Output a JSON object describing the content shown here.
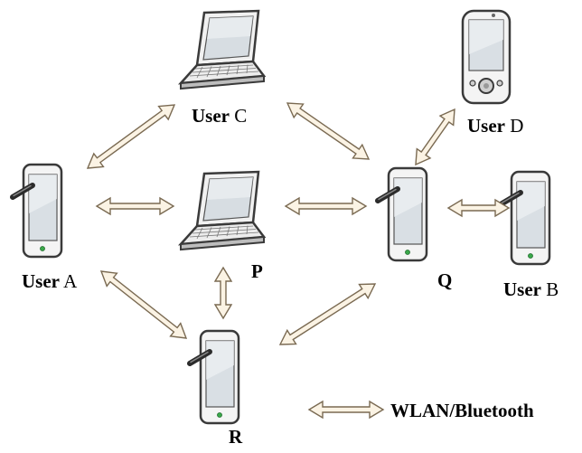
{
  "nodes": {
    "user_c": {
      "word": "User",
      "id": "C"
    },
    "user_d": {
      "word": "User",
      "id": "D"
    },
    "user_a": {
      "word": "User",
      "id": "A"
    },
    "user_b": {
      "word": "User",
      "id": "B"
    },
    "p": {
      "id": "P"
    },
    "q": {
      "id": "Q"
    },
    "r": {
      "id": "R"
    }
  },
  "legend": {
    "label": "WLAN/Bluetooth"
  },
  "links": [
    [
      "user-a",
      "user-c"
    ],
    [
      "user-c",
      "q"
    ],
    [
      "user-a",
      "p"
    ],
    [
      "p",
      "q"
    ],
    [
      "q",
      "user-b"
    ],
    [
      "q",
      "user-d"
    ],
    [
      "user-a",
      "r"
    ],
    [
      "p",
      "r"
    ],
    [
      "r",
      "q"
    ]
  ]
}
